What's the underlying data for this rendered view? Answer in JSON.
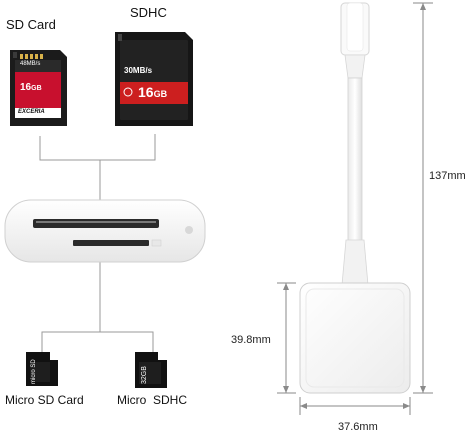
{
  "labels": {
    "sd_card": "SD Card",
    "sdhc": "SDHC",
    "micro_sd_card": "Micro SD Card",
    "micro_sdhc": "Micro  SDHC"
  },
  "dimensions": {
    "length": "137mm",
    "height": "39.8mm",
    "width": "37.6mm"
  },
  "cards": {
    "sd_card_brand": "EXCERIA",
    "sd_card_capacity": "16",
    "sd_card_capacity_unit": "GB",
    "sd_card_speed": "48MB/s",
    "sdhc_speed": "30MB/s",
    "sdhc_capacity": "16",
    "sdhc_capacity_unit": "GB",
    "micro_sd_logo": "micro SD",
    "micro_sdhc_capacity": "32GB"
  },
  "colors": {
    "sd_card_red": "#c8102e",
    "sdhc_red": "#cc1f1f",
    "card_black": "#1a1a1a",
    "adapter_white": "#f4f4f4",
    "line_gray": "#999999"
  }
}
